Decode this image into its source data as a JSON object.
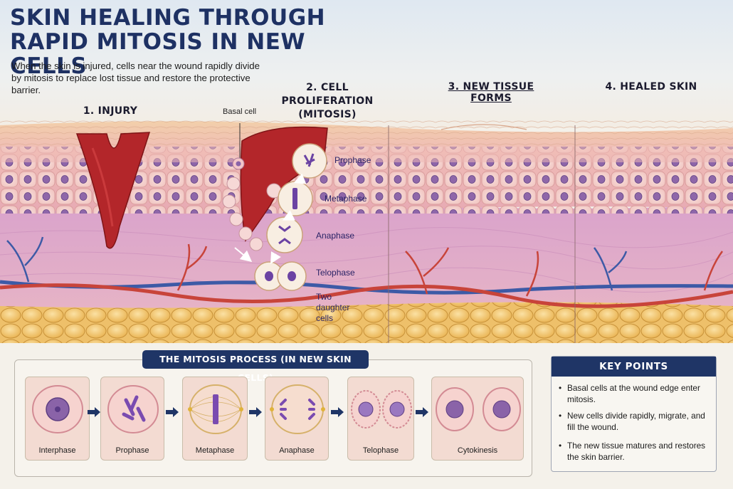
{
  "title_lines": [
    "SKIN HEALING THROUGH",
    "RAPID MITOSIS IN NEW CELLS"
  ],
  "intro": "When the skin is injured, cells near the wound rapidly divide by mitosis to replace lost tissue and restore the protective barrier.",
  "stages": {
    "s1": "1. INJURY",
    "s2": "2. CELL PROLIFERATION (MITOSIS)",
    "s3": "3. NEW TISSUE FORMS",
    "s4": "4. HEALED SKIN"
  },
  "proliferation": {
    "basal_cell": "Basal cell",
    "prophase": "Prophase",
    "metaphase": "Metaphase",
    "anaphase": "Anaphase",
    "telophase": "Telophase",
    "daughter": "Two daughter cells"
  },
  "process": {
    "title": "THE MITOSIS PROCESS (IN NEW SKIN CELLS)",
    "steps": [
      "Interphase",
      "Prophase",
      "Metaphase",
      "Anaphase",
      "Telophase",
      "Cytokinesis"
    ]
  },
  "key_points": {
    "title": "KEY POINTS",
    "items": [
      "Basal cells at the wound edge enter mitosis.",
      "New cells divide rapidly, migrate, and fill the wound.",
      "The new tissue matures and restores the skin barrier."
    ]
  },
  "colors": {
    "navy": "#1f3566",
    "wound": "#b3262a",
    "epidermis": "#efbcb8",
    "dermis": "#d7a3c8",
    "fat": "#f0c25e",
    "artery": "#c8443a",
    "vein": "#3d5aa6"
  }
}
